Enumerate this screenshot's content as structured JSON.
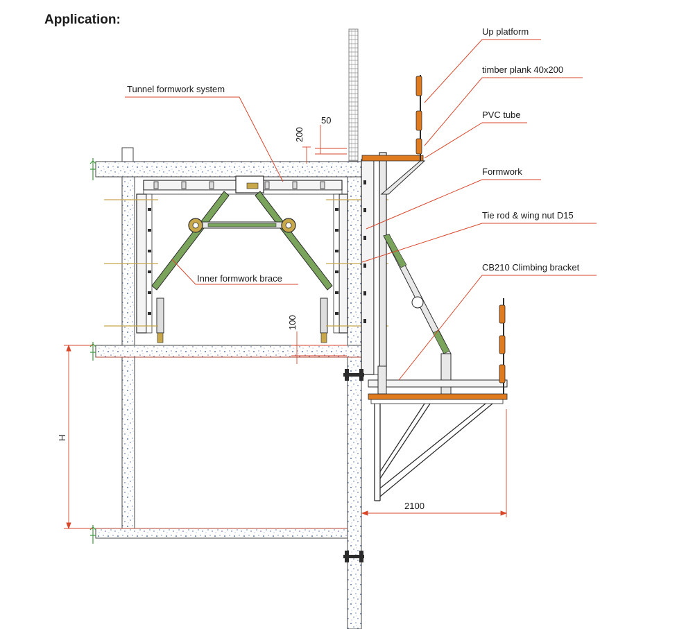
{
  "title": "Application:",
  "labels": {
    "up_platform": "Up platform",
    "timber_plank": "timber plank 40x200",
    "pvc_tube": "PVC tube",
    "formwork": "Formwork",
    "tie_rod": "Tie rod & wing nut D15",
    "climbing_bracket": "CB210 Climbing bracket",
    "tunnel_formwork": "Tunnel formwork system",
    "inner_brace": "Inner formwork brace"
  },
  "dimensions": {
    "d200": "200",
    "d50": "50",
    "d100": "100",
    "dH": "H",
    "d2100": "2100"
  },
  "colors": {
    "concrete_dot": "#2a4d9a",
    "leader": "#d9472b",
    "timber": "#e07a1f",
    "brace": "#7aa35c",
    "steel": "#2b2b2b",
    "tie": "#c8a84a"
  }
}
